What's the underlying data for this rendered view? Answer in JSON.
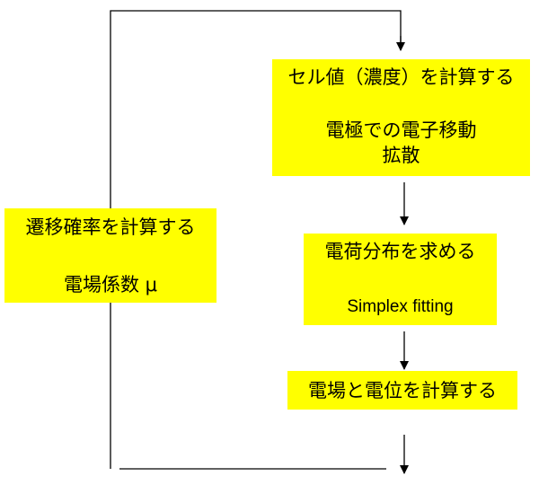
{
  "colors": {
    "box_fill": "#ffff00",
    "line": "#000000"
  },
  "boxes": {
    "cell": {
      "line1": "セル値（濃度）を計算する",
      "line2": "電極での電子移動",
      "line3": "拡散"
    },
    "charge": {
      "line1": "電荷分布を求める",
      "line2": "Simplex fitting"
    },
    "field": {
      "line1": "電場と電位を計算する"
    },
    "transition": {
      "line1": "遷移確率を計算する",
      "line2": "電場係数 μ"
    }
  }
}
